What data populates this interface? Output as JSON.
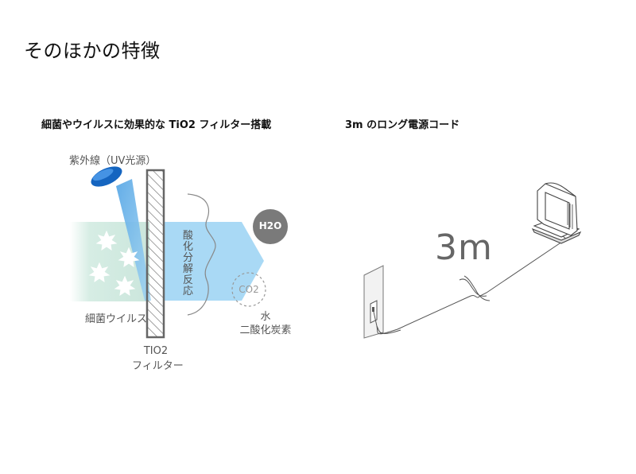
{
  "page": {
    "title": "そのほかの特徴"
  },
  "left_panel": {
    "heading": "細菌やウイルスに効果的な TiO2 フィルター搭載",
    "uv_label": "紫外線（UV光源）",
    "germs_label": "細菌ウイルス",
    "filter_label_1": "TIO2",
    "filter_label_2": "フィルター",
    "reaction_label": "酸化分解反応",
    "h2o_label": "H2O",
    "co2_label": "CO2",
    "output_label_1": "水",
    "output_label_2": "二酸化炭素"
  },
  "right_panel": {
    "heading": "3m のロング電源コード",
    "length_label": "3m"
  },
  "colors": {
    "uv_blue": "#1a6fd0",
    "light_blue": "#a8d8f4",
    "green_tint": "#cfe9de",
    "gray_circle": "#7a7a7a"
  }
}
